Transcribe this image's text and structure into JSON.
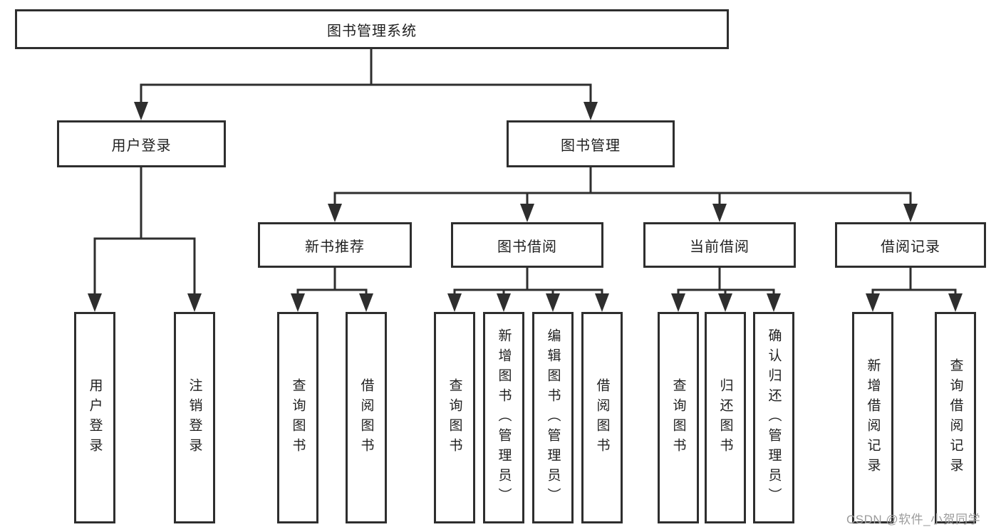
{
  "colors": {
    "line": "#2e2e2e",
    "box_border": "#2e2e2e",
    "text": "#1f1f1f",
    "background": "#ffffff",
    "watermark": "#9c9c9c"
  },
  "watermark": "CSDN @软件_小贺同学",
  "tree": {
    "root": {
      "label": "图书管理系统",
      "children": [
        {
          "label": "用户登录",
          "children": [
            {
              "label": "用户登录"
            },
            {
              "label": "注销登录"
            }
          ]
        },
        {
          "label": "图书管理",
          "children": [
            {
              "label": "新书推荐",
              "children": [
                {
                  "label": "查询图书"
                },
                {
                  "label": "借阅图书"
                }
              ]
            },
            {
              "label": "图书借阅",
              "children": [
                {
                  "label": "查询图书"
                },
                {
                  "label": "新增图书（管理员）"
                },
                {
                  "label": "编辑图书（管理员）"
                },
                {
                  "label": "借阅图书"
                }
              ]
            },
            {
              "label": "当前借阅",
              "children": [
                {
                  "label": "查询图书"
                },
                {
                  "label": "归还图书"
                },
                {
                  "label": "确认归还（管理员）"
                }
              ]
            },
            {
              "label": "借阅记录",
              "children": [
                {
                  "label": "新增借阅记录"
                },
                {
                  "label": "查询借阅记录"
                }
              ]
            }
          ]
        }
      ]
    }
  }
}
